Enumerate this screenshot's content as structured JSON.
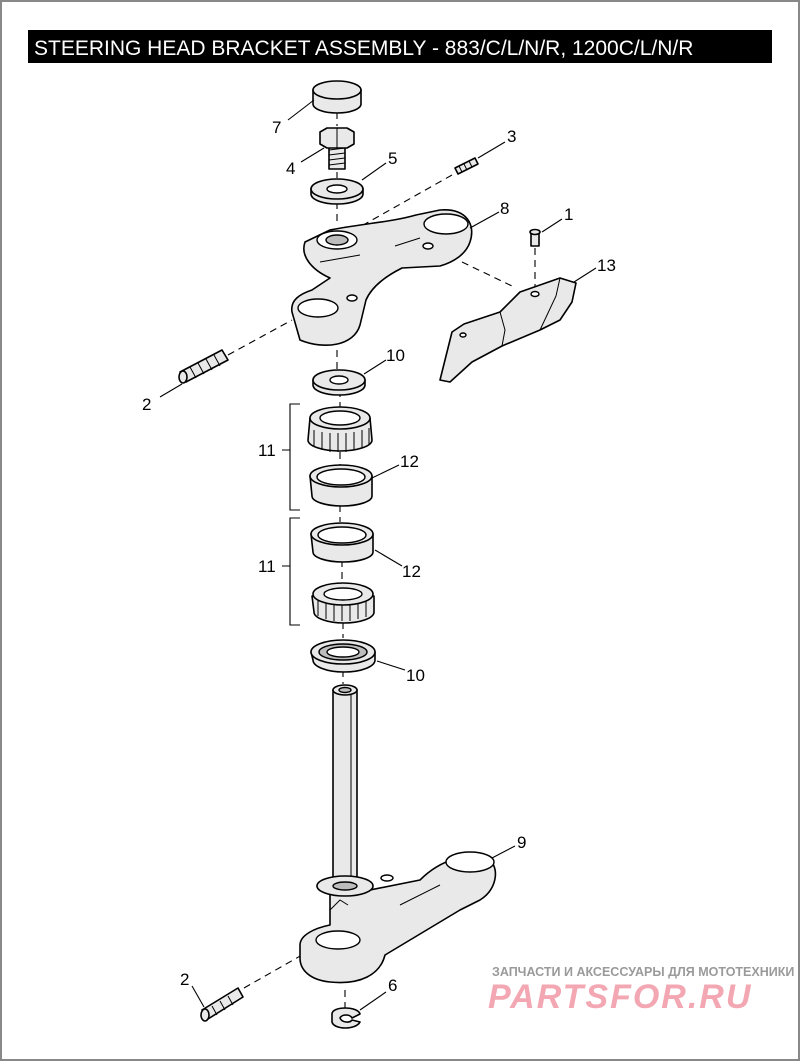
{
  "title": "STEERING HEAD BRACKET ASSEMBLY - 883/C/L/N/R, 1200C/L/N/R",
  "callouts": {
    "cap": "7",
    "bolt": "4",
    "screw_top": "3",
    "washer_top": "5",
    "upper_bracket": "8",
    "screw_small": "1",
    "bracket_plate": "13",
    "screw_upper_left": "2",
    "washer_upper": "10",
    "bearing_upper": "11",
    "race_upper": "12",
    "bearing_lower": "11",
    "race_lower": "12",
    "seal_lower": "10",
    "lower_bracket_stem": "9",
    "screw_lower_left": "2",
    "clip": "6"
  },
  "watermark": {
    "tagline": "ЗАПЧАСТИ И АКСЕССУАРЫ ДЛЯ МОТОТЕХНИКИ",
    "logo": "PARTSFOR.RU"
  }
}
